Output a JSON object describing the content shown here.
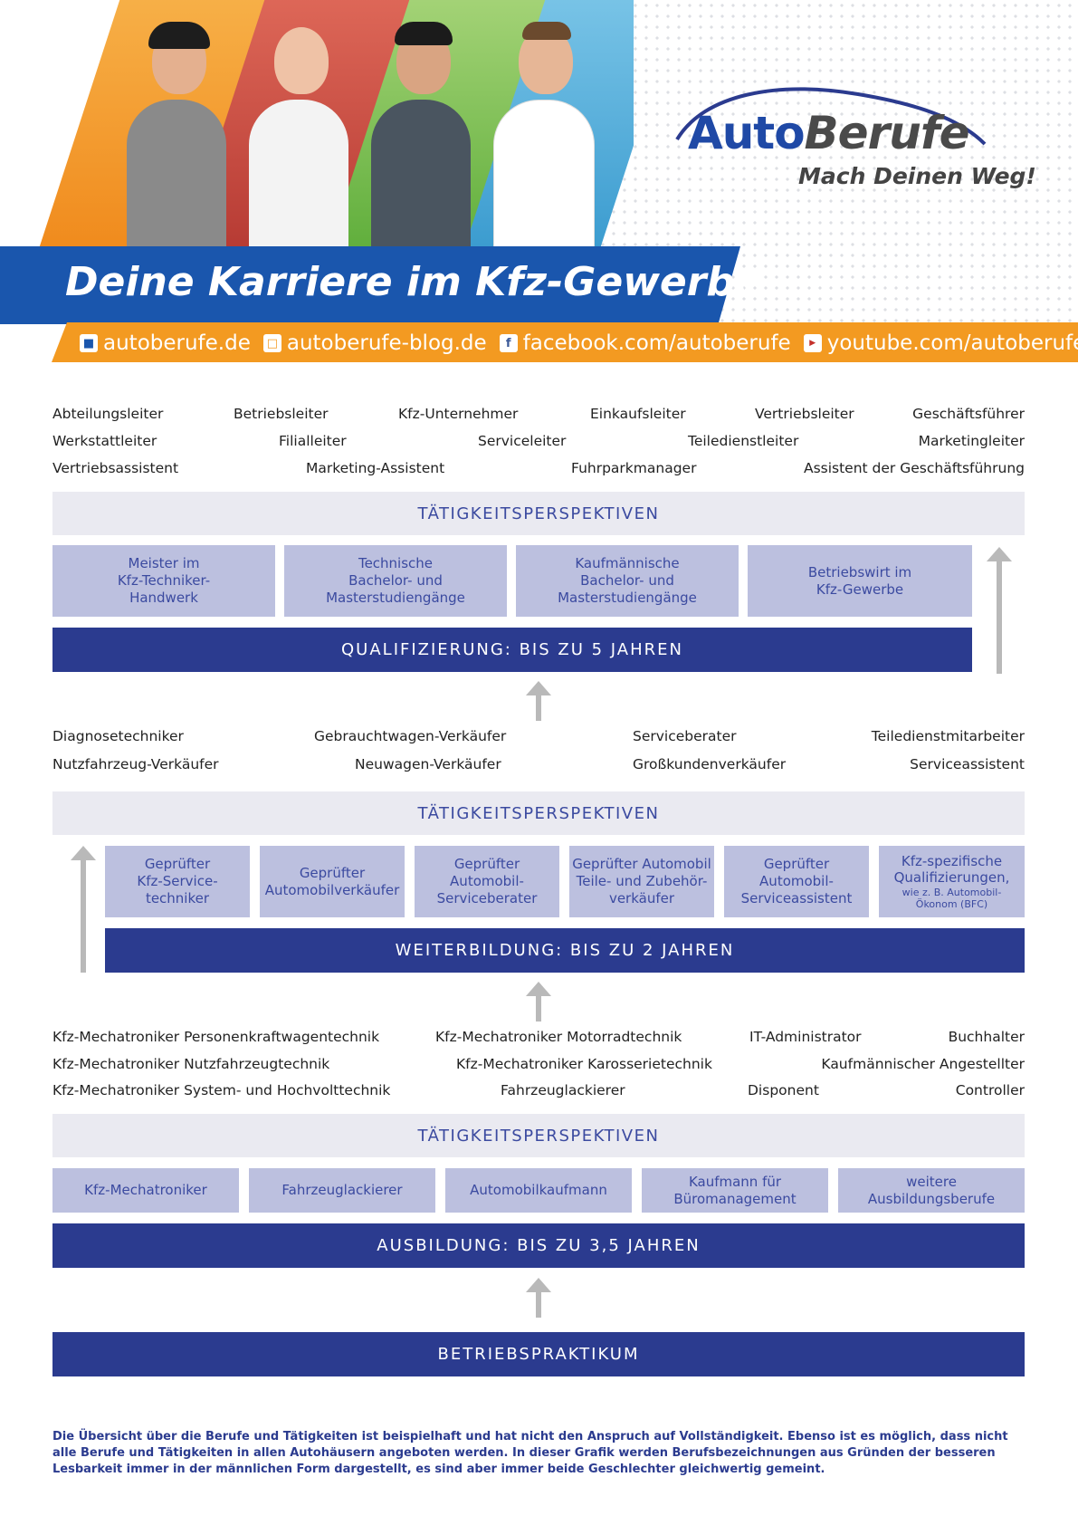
{
  "header": {
    "logo": {
      "auto": "Auto",
      "berufe": "Berufe",
      "slogan": "Mach Deinen Weg!"
    },
    "banner_title": "Deine Karriere im Kfz-Gewerbe",
    "links": [
      {
        "icon": "car-icon",
        "text": "autoberufe.de"
      },
      {
        "icon": "blog-icon",
        "text": "autoberufe-blog.de"
      },
      {
        "icon": "facebook-icon",
        "text": "facebook.com/autoberufe"
      },
      {
        "icon": "youtube-icon",
        "text": "youtube.com/autoberufe"
      }
    ]
  },
  "level1": {
    "jobs_row1": [
      "Abteilungsleiter",
      "Betriebsleiter",
      "Kfz-Unternehmer",
      "Einkaufsleiter",
      "Vertriebsleiter",
      "Geschäftsführer"
    ],
    "jobs_row2": [
      "Werkstattleiter",
      "Filialleiter",
      "Serviceleiter",
      "Teiledienstleiter",
      "Marketingleiter"
    ],
    "jobs_row3": [
      "Vertriebsassistent",
      "Marketing-Assistent",
      "Fuhrparkmanager",
      "Assistent der Geschäftsführung"
    ],
    "perspectives": "TÄTIGKEITSPERSPEKTIVEN",
    "boxes": [
      [
        "Meister im",
        "Kfz-Techniker-",
        "Handwerk"
      ],
      [
        "Technische",
        "Bachelor- und",
        "Masterstudiengänge"
      ],
      [
        "Kaufmännische",
        "Bachelor- und",
        "Masterstudiengänge"
      ],
      [
        "Betriebswirt im",
        "Kfz-Gewerbe"
      ]
    ],
    "bar": "QUALIFIZIERUNG: BIS ZU 5 JAHREN"
  },
  "level2": {
    "jobs_row1": [
      "Diagnosetechniker",
      "Gebrauchtwagen-Verkäufer",
      "Serviceberater",
      "Teiledienstmitarbeiter"
    ],
    "jobs_row2": [
      "Nutzfahrzeug-Verkäufer",
      "Neuwagen-Verkäufer",
      "Großkundenverkäufer",
      "Serviceassistent"
    ],
    "perspectives": "TÄTIGKEITSPERSPEKTIVEN",
    "boxes": [
      [
        "Geprüfter",
        "Kfz-Service-",
        "techniker"
      ],
      [
        "Geprüfter",
        "Automobilverkäufer"
      ],
      [
        "Geprüfter",
        "Automobil-",
        "Serviceberater"
      ],
      [
        "Geprüfter Automobil",
        "Teile- und Zubehör-",
        "verkäufer"
      ],
      [
        "Geprüfter",
        "Automobil-",
        "Serviceassistent"
      ]
    ],
    "box6": {
      "line1": "Kfz-spezifische",
      "line2": "Qualifizierungen,",
      "small1": "wie z. B. Automobil-",
      "small2": "Ökonom (BFC)"
    },
    "bar": "WEITERBILDUNG: BIS ZU 2 JAHREN"
  },
  "level3": {
    "jobs_row1": [
      "Kfz-Mechatroniker Personenkraftwagentechnik",
      "Kfz-Mechatroniker Motorradtechnik",
      "IT-Administrator",
      "Buchhalter"
    ],
    "jobs_row2": [
      "Kfz-Mechatroniker Nutzfahrzeugtechnik",
      "Kfz-Mechatroniker Karosserietechnik",
      "Kaufmännischer Angestellter"
    ],
    "jobs_row3": [
      "Kfz-Mechatroniker System- und Hochvolttechnik",
      "Fahrzeuglackierer",
      "Disponent",
      "Controller"
    ],
    "perspectives": "TÄTIGKEITSPERSPEKTIVEN",
    "boxes": [
      [
        "Kfz-Mechatroniker"
      ],
      [
        "Fahrzeuglackierer"
      ],
      [
        "Automobilkaufmann"
      ],
      [
        "Kaufmann für",
        "Büromanagement"
      ],
      [
        "weitere",
        "Ausbildungsberufe"
      ]
    ],
    "bar": "AUSBILDUNG: BIS ZU 3,5 JAHREN"
  },
  "base_bar": "BETRIEBSPRAKTIKUM",
  "footnote": "Die Übersicht über die Berufe und Tätigkeiten ist beispielhaft und hat nicht den Anspruch auf Vollständigkeit. Ebenso ist es möglich, dass nicht alle Berufe und Tätigkeiten in allen Autohäusern angeboten werden. In dieser Grafik werden Berufsbezeichnungen aus Gründen der besseren Lesbarkeit immer in der männlichen Form dargestellt, es sind aber immer beide Geschlechter gleichwertig gemeint.",
  "colors": {
    "brand_blue": "#1a56ad",
    "navy": "#2b3b8f",
    "orange": "#f39a21",
    "box": "#bcc0df",
    "panel": "#eaeaf1"
  }
}
